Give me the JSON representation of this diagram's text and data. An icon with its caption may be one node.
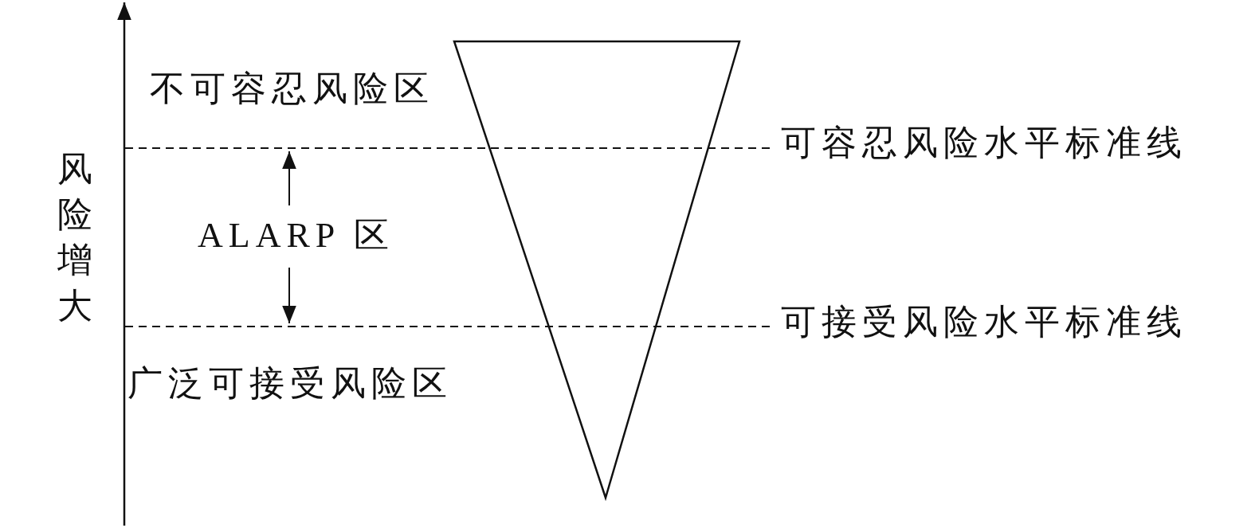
{
  "diagram": {
    "labels": [
      "不可容忍风险区",
      "可容忍风险水平标准线",
      "风险增大",
      "ALARP 区",
      "可接受风险水平标准线",
      "广泛可接受风险区"
    ]
  }
}
